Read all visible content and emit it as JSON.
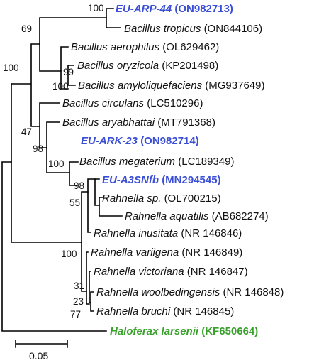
{
  "taxa": [
    {
      "genus": "EU-ARP-44",
      "acc": "(ON982713)",
      "style": "blue"
    },
    {
      "genus": "Bacillus tropicus",
      "acc": "(ON844106)",
      "style": "normal"
    },
    {
      "genus": "Bacillus aerophilus",
      "acc": "(OL629462)",
      "style": "normal"
    },
    {
      "genus": "Bacillus oryzicola",
      "acc": "(KP201498)",
      "style": "normal"
    },
    {
      "genus": "Bacillus amyloliquefaciens",
      "acc": "(MG937649)",
      "style": "normal"
    },
    {
      "genus": "Bacillus circulans",
      "acc": "(LC510296)",
      "style": "normal"
    },
    {
      "genus": "Bacillus aryabhattai",
      "acc": "(MT791368)",
      "style": "normal"
    },
    {
      "genus": "EU-ARK-23",
      "acc": "(ON982714)",
      "style": "blue"
    },
    {
      "genus": "Bacillus megaterium",
      "acc": "(LC189349)",
      "style": "normal"
    },
    {
      "genus": "EU-A3SNfb",
      "acc": "(MN294545)",
      "style": "blue"
    },
    {
      "genus": "Rahnella sp.",
      "acc": "(OL700215)",
      "style": "normal"
    },
    {
      "genus": "Rahnella aquatilis",
      "acc": "(AB682274)",
      "style": "normal"
    },
    {
      "genus": "Rahnella inusitata",
      "acc": "(NR 146846)",
      "style": "normal"
    },
    {
      "genus": "Rahnella variigena",
      "acc": "(NR 146849)",
      "style": "normal"
    },
    {
      "genus": "Rahnella victoriana",
      "acc": "(NR 146847)",
      "style": "normal"
    },
    {
      "genus": "Rahnella woolbedingensis",
      "acc": "(NR 146848)",
      "style": "normal"
    },
    {
      "genus": "Rahnella bruchi",
      "acc": "(NR 146845)",
      "style": "normal"
    },
    {
      "genus": "Haloferax larsenii",
      "acc": "(KF650664)",
      "style": "green"
    }
  ],
  "bootstrap": {
    "b100_arp44": "100",
    "b69": "69",
    "b99": "99",
    "b100_oryz": "100",
    "b100_bac": "100",
    "b47": "47",
    "b98_ark": "98",
    "b100_ark": "100",
    "b98_a3": "98",
    "b55": "55",
    "b100_rah": "100",
    "b31": "31",
    "b23": "23",
    "b77": "77"
  },
  "scale_bar": {
    "label": "0.05"
  },
  "colors": {
    "highlight_blue": "#3a4fd6",
    "outgroup_green": "#3aa02c"
  }
}
